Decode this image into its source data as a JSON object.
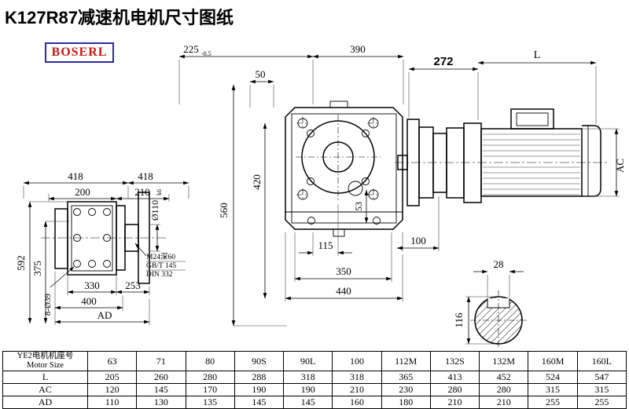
{
  "title": "K127R87减速机电机尺寸图纸",
  "logo": "BOSERL",
  "side_view": {
    "d418a": "418",
    "d418b": "418",
    "d200": "200",
    "d210": "210",
    "d592": "592",
    "d375": "375",
    "holes": "8-Ø39",
    "d330": "330",
    "d253": "253",
    "d400": "400",
    "dad": "AD",
    "shaft_dia": "Ø110",
    "shaft_tol": "k6",
    "thread1": "M24深60",
    "thread2": "GB/T 145",
    "thread3": "DIN 332"
  },
  "front_view": {
    "d225": "225",
    "d225_tol": "-0.5",
    "d390": "390",
    "d50": "50",
    "d560": "560",
    "d420": "420",
    "d53": "53",
    "d115": "115",
    "d100": "100",
    "d350": "350",
    "d440": "440"
  },
  "motor_view": {
    "d272": "272",
    "dl": "L",
    "dac": "AC"
  },
  "shaft_view": {
    "d28": "28",
    "d116": "116"
  },
  "table": {
    "col0_line1": "YE2电机机座号",
    "col0_line2": "Motor Size",
    "headers": [
      "63",
      "71",
      "80",
      "90S",
      "90L",
      "100",
      "112M",
      "132S",
      "132M",
      "160M",
      "160L"
    ],
    "rows": [
      {
        "label": "L",
        "values": [
          "205",
          "260",
          "280",
          "288",
          "318",
          "318",
          "365",
          "413",
          "452",
          "524",
          "547"
        ]
      },
      {
        "label": "AC",
        "values": [
          "120",
          "145",
          "170",
          "190",
          "190",
          "210",
          "230",
          "280",
          "280",
          "315",
          "315"
        ]
      },
      {
        "label": "AD",
        "values": [
          "110",
          "130",
          "135",
          "145",
          "145",
          "160",
          "180",
          "210",
          "210",
          "255",
          "255"
        ]
      }
    ]
  }
}
